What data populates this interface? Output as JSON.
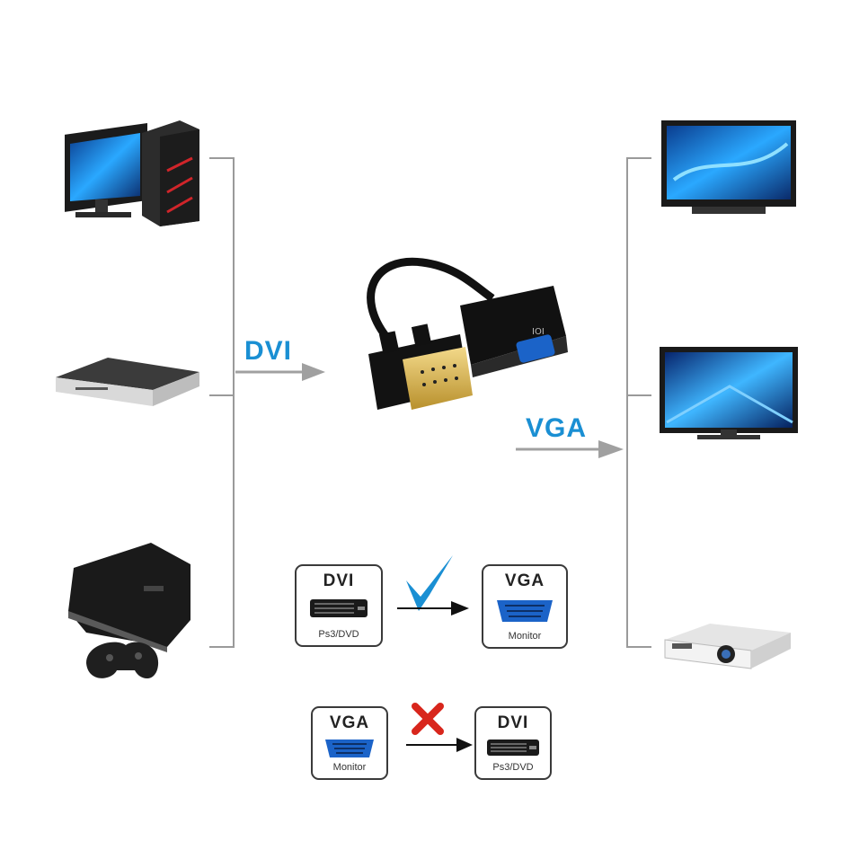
{
  "labels": {
    "input": "DVI",
    "output": "VGA"
  },
  "supported": {
    "from": {
      "title": "DVI",
      "sub": "Ps3/DVD"
    },
    "to": {
      "title": "VGA",
      "sub": "Monitor"
    },
    "mark": "check-icon"
  },
  "unsupported": {
    "from": {
      "title": "VGA",
      "sub": "Monitor"
    },
    "to": {
      "title": "DVI",
      "sub": "Ps3/DVD"
    },
    "mark": "x-icon"
  },
  "colors": {
    "accent": "#1a8fd3",
    "line": "#9a9a9a",
    "check": "#1a8fd3",
    "cross": "#d8261c",
    "vga_port": "#1b63c8"
  },
  "sources": [
    "desktop-pc-icon",
    "dvd-player-icon",
    "game-console-icon"
  ],
  "displays": [
    "tv-icon",
    "monitor-icon",
    "projector-icon"
  ]
}
